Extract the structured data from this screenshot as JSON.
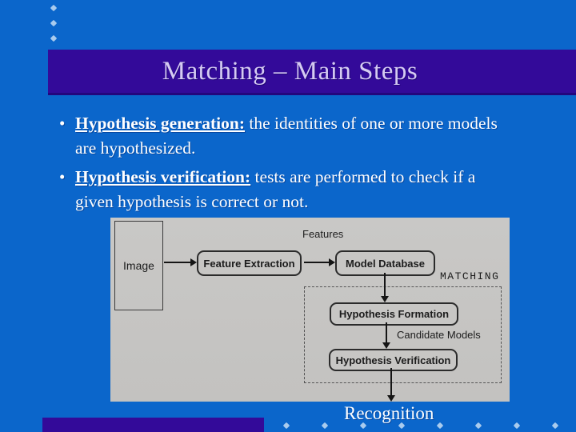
{
  "slide": {
    "title": "Matching – Main Steps",
    "bullet_char": "•",
    "bullets": [
      {
        "term": "Hypothesis generation:",
        "line1_rest": " the identities of one or more models",
        "line2": "are hypothesized."
      },
      {
        "term": "Hypothesis verification:",
        "line1_rest": " tests are performed to check if a",
        "line2": "given hypothesis is correct or not."
      }
    ],
    "footer_label": "Recognition"
  },
  "figure": {
    "image": "Image",
    "feature_extraction": "Feature Extraction",
    "features": "Features",
    "model_database": "Model Database",
    "matching": "MATCHING",
    "hypothesis_formation": "Hypothesis Formation",
    "candidate_models": "Candidate Models",
    "hypothesis_verification": "Hypothesis Verification"
  },
  "decor": {
    "top_dot_count": 3,
    "bottom_dot_count": 8
  },
  "colors": {
    "background": "#0b66cb",
    "banner": "#330a99",
    "title_text": "#d5cbf2",
    "body_text": "#ffffff",
    "figure_bg": "#c6c5c3",
    "dot": "#a9cbee"
  }
}
